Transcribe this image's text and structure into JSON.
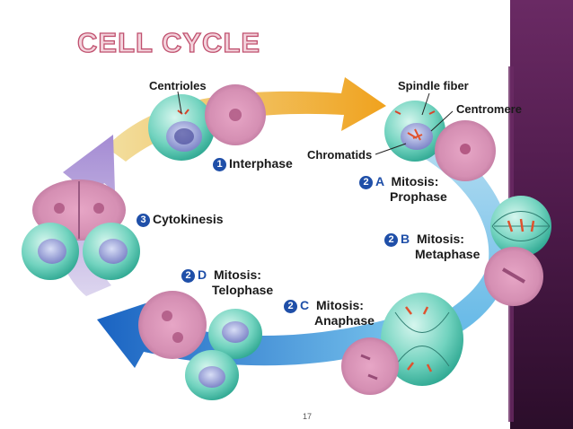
{
  "slide": {
    "title": "CELL CYCLE",
    "page_number": "17",
    "colors": {
      "title_fill": "#f3d3dc",
      "title_stroke": "#c0506e",
      "sidebar": "#4d1a4a",
      "stage_number": "#1f4fa8"
    }
  },
  "labels": {
    "centrioles": "Centrioles",
    "spindle_fiber": "Spindle fiber",
    "centromere": "Centromere",
    "chromatids": "Chromatids"
  },
  "stages": {
    "interphase": {
      "num": "1",
      "name": "Interphase"
    },
    "prophase": {
      "num": "2",
      "sub": "A",
      "name": "Mitosis:",
      "phase": "Prophase"
    },
    "metaphase": {
      "num": "2",
      "sub": "B",
      "name": "Mitosis:",
      "phase": "Metaphase"
    },
    "anaphase": {
      "num": "2",
      "sub": "C",
      "name": "Mitosis:",
      "phase": "Anaphase"
    },
    "telophase": {
      "num": "2",
      "sub": "D",
      "name": "Mitosis:",
      "phase": "Telophase"
    },
    "cytokinesis": {
      "num": "3",
      "name": "Cytokinesis"
    }
  }
}
